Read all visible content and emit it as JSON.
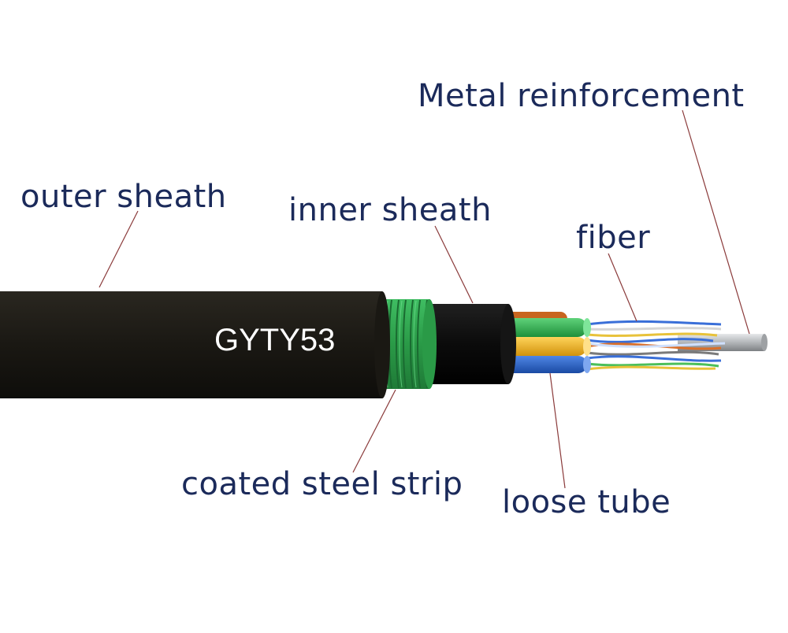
{
  "labels": {
    "metal_reinforcement": "Metal reinforcement",
    "outer_sheath": "outer sheath",
    "inner_sheath": "inner sheath",
    "fiber": "fiber",
    "coated_steel_strip": "coated steel strip",
    "loose_tube": "loose tube"
  },
  "cable_model": "GYTY53",
  "colors": {
    "label_text": "#1b2a5a",
    "leader_line": "#8a3a3a",
    "outer_sheath": "#1c1a15",
    "steel_strip": "#2fa84f",
    "inner_sheath": "#0d0d0d",
    "tube_green": "#2fb34a",
    "tube_yellow": "#f2b51d",
    "tube_blue": "#2a63c9",
    "tube_orange": "#d9742a",
    "metal_rod": "#b9bcbf"
  }
}
